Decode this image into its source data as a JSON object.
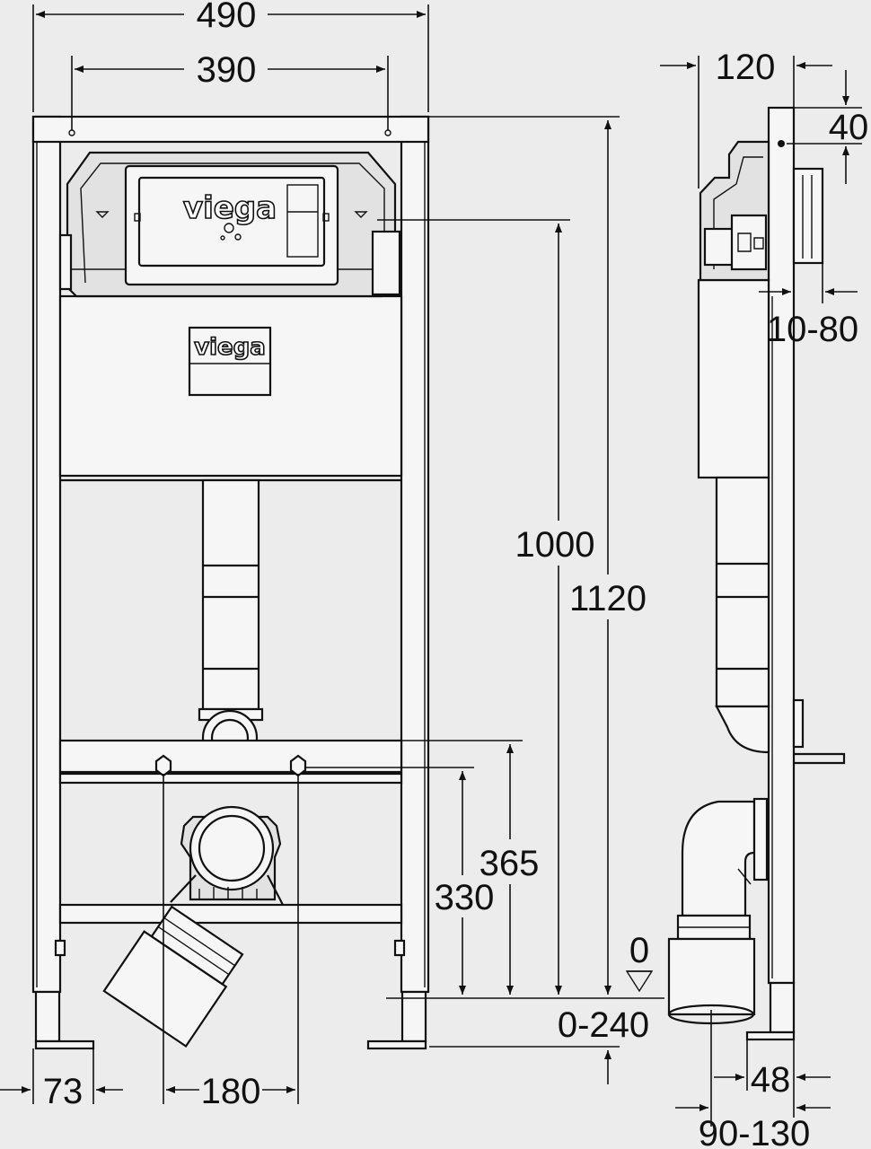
{
  "front_view": {
    "logo_top": "viega",
    "logo_middle": "viega",
    "dimensions": {
      "total_width": "490",
      "fixing_width": "390",
      "height_1120": "1120",
      "height_1000": "1000",
      "height_365": "365",
      "height_330": "330",
      "zero_level": "0",
      "foot_adjust": "0-240",
      "foot_offset": "73",
      "bolt_spacing": "180"
    }
  },
  "side_view": {
    "dimensions": {
      "depth": "120",
      "top_offset": "40",
      "wall_thickness": "10-80",
      "foot_depth": "48",
      "outlet_offset": "90-130"
    }
  }
}
